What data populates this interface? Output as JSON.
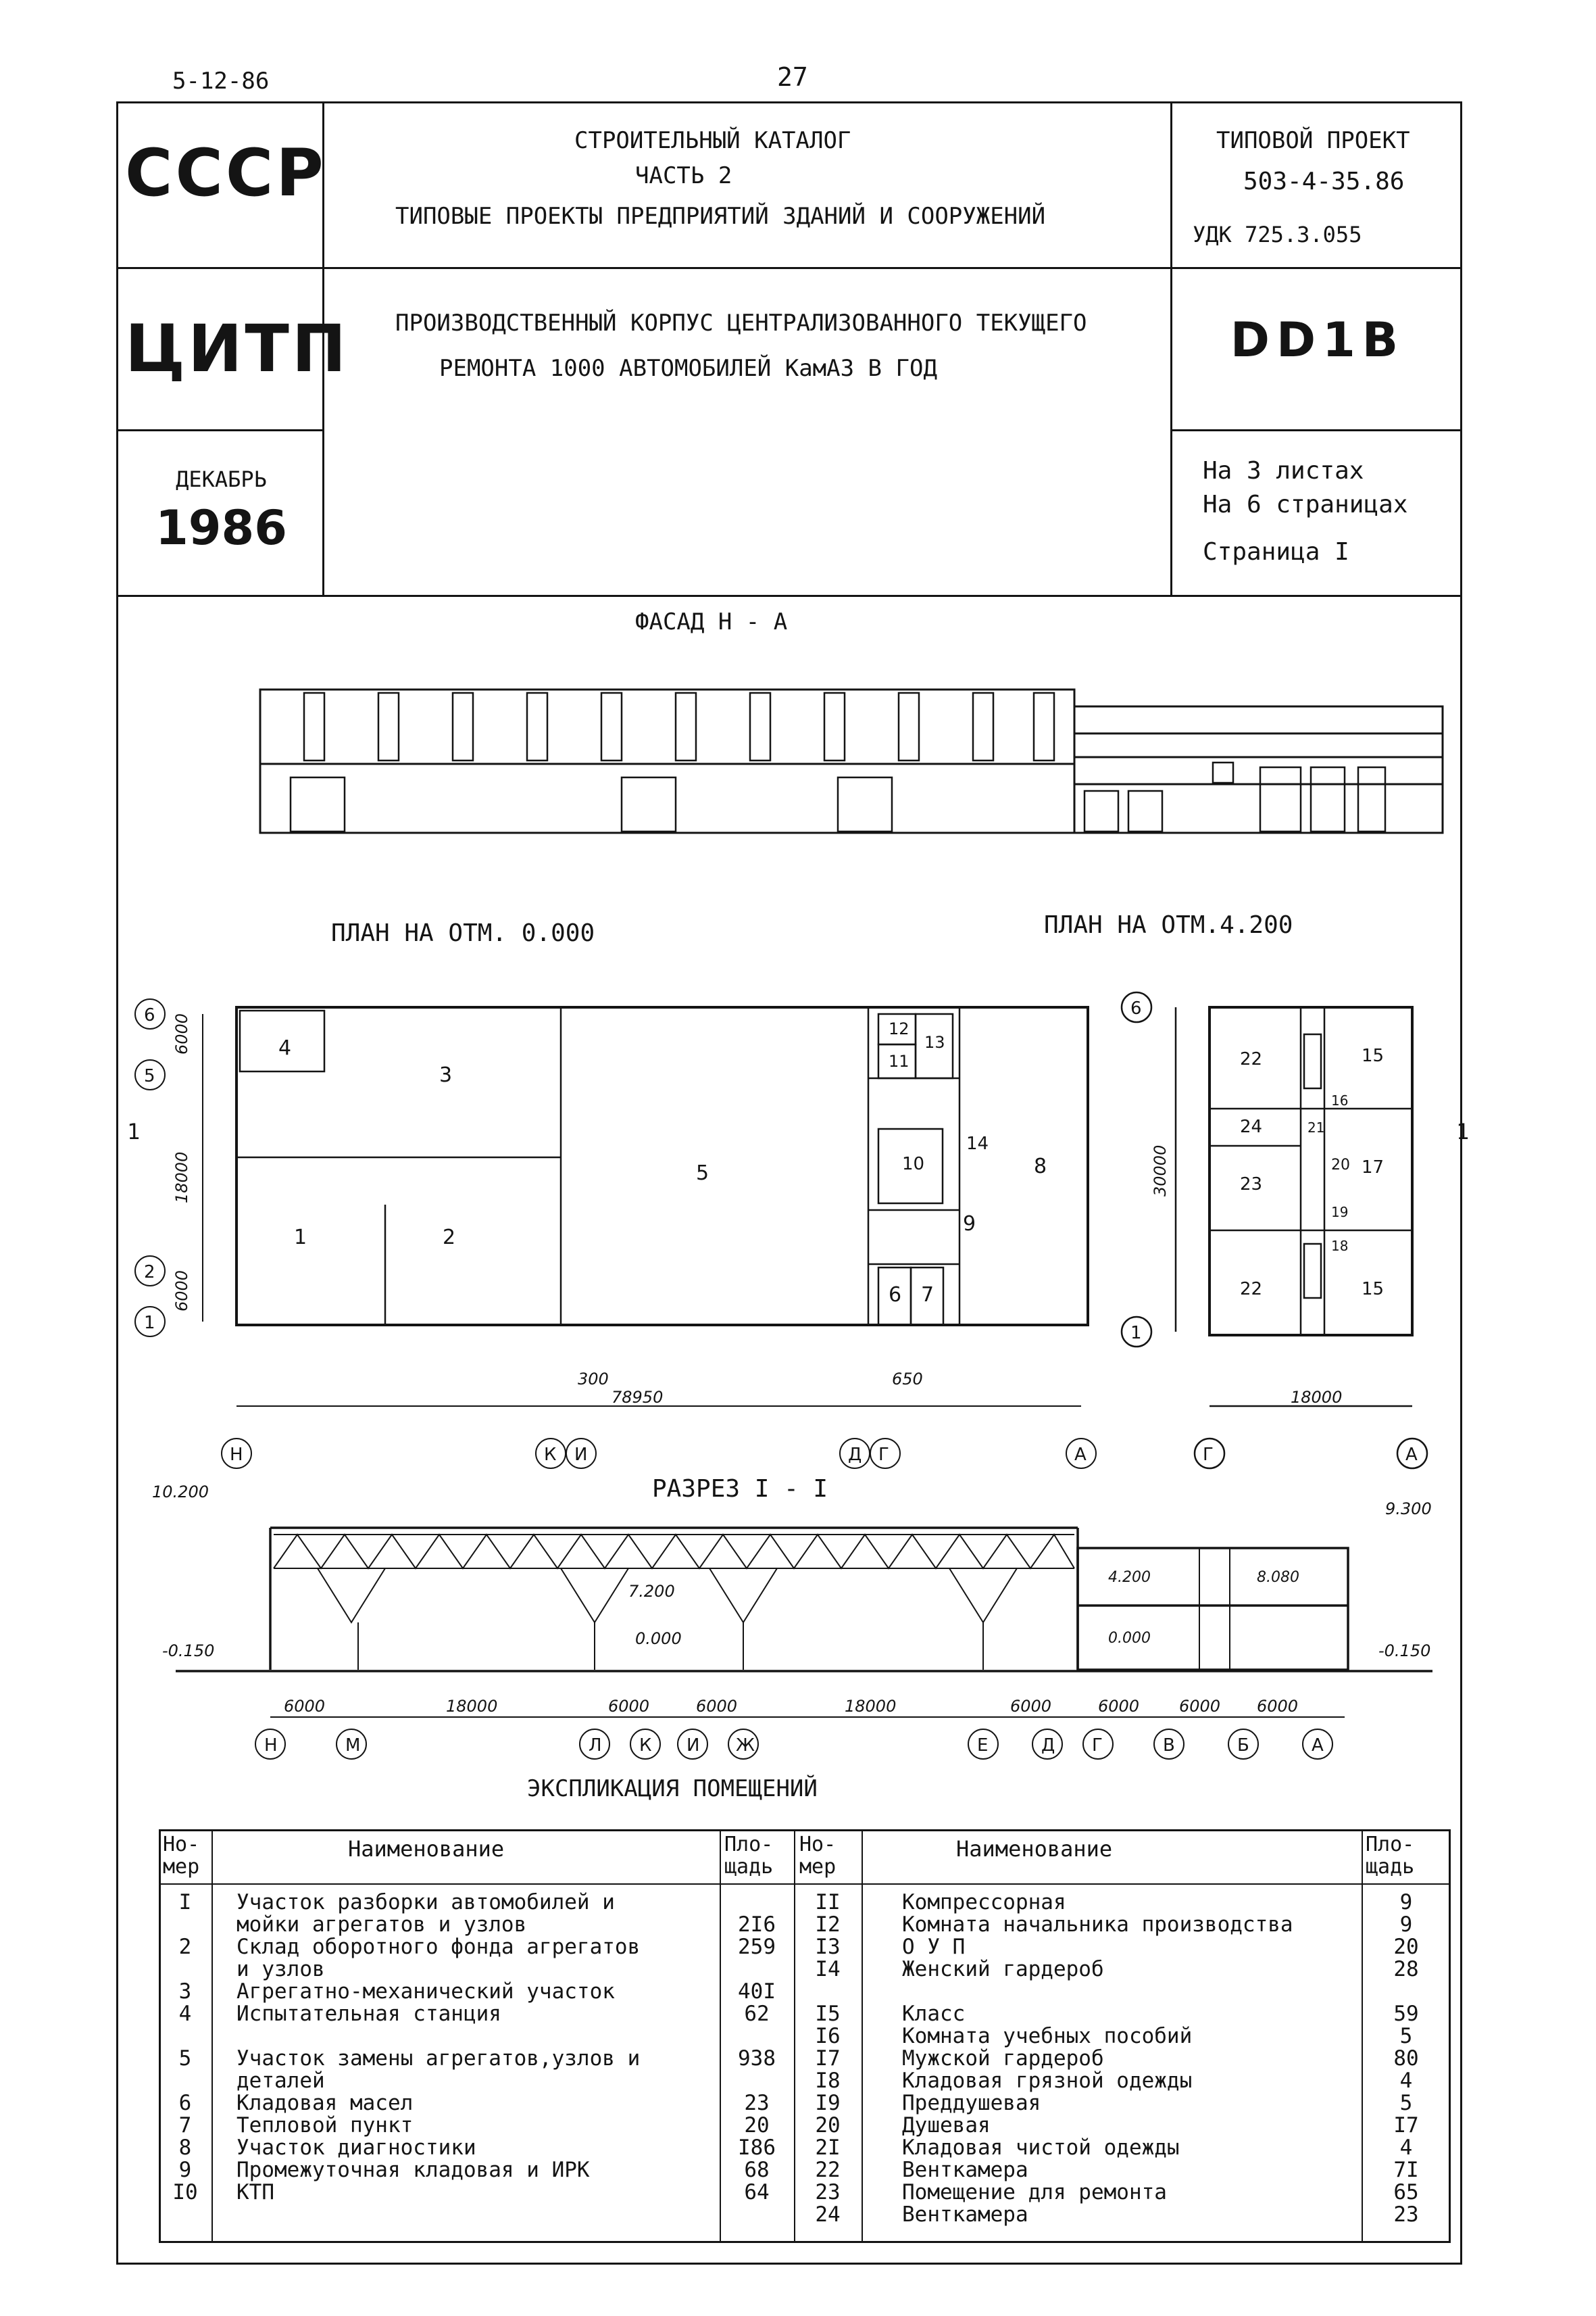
{
  "page": {
    "date": "5-12-86",
    "number": "27"
  },
  "header": {
    "org_top": "СССР",
    "org_bottom": "ЦИТП",
    "month": "ДЕКАБРЬ",
    "year": "1986",
    "catalog_line1": "СТРОИТЕЛЬНЫЙ КАТАЛОГ",
    "catalog_line2": "ЧАСТЬ 2",
    "catalog_line3": "ТИПОВЫЕ ПРОЕКТЫ ПРЕДПРИЯТИЙ ЗДАНИЙ И СООРУЖЕНИЙ",
    "project_label": "ТИПОВОЙ ПРОЕКТ",
    "project_number": "503-4-35.86",
    "udk": "УДК 725.3.055",
    "title_line1": "ПРОИЗВОДСТВЕННЫЙ КОРПУС ЦЕНТРАЛИЗОВАННОГО ТЕКУЩЕГО",
    "title_line2": "РЕМОНТА 1000 АВТОМОБИЛЕЙ КамАЗ В ГОД",
    "code": "DD1B",
    "sheets": "На 3 листах",
    "pages": "На 6 страницах",
    "page_label": "Страница I"
  },
  "drawings": {
    "facade_title": "ФАСАД Н - А",
    "plan1_title": "ПЛАН НА ОТМ. 0.000",
    "plan2_title": "ПЛАН НА ОТМ.4.200",
    "section_title": "РАЗРЕЗ I - I",
    "plan1_rooms": [
      "4",
      "3",
      "1",
      "2",
      "5",
      "12",
      "11",
      "13",
      "10",
      "14",
      "8",
      "9",
      "6",
      "7"
    ],
    "plan2_rooms": [
      "22",
      "15",
      "16",
      "24",
      "21",
      "20",
      "17",
      "23",
      "19",
      "18",
      "22",
      "15"
    ],
    "plan1_dim_total": "78950",
    "plan1_dim_300": "300",
    "plan1_dim_650": "650",
    "plan1_dim_6000a": "6000",
    "plan1_dim_18000": "18000",
    "plan1_dim_6000b": "6000",
    "plan2_dim_width": "18000",
    "plan2_dim_height": "30000",
    "plan1_axes_v": [
      "6",
      "5",
      "2",
      "1"
    ],
    "plan1_axes_h": [
      "Н",
      "К",
      "И",
      "Д",
      "Г",
      "А"
    ],
    "plan2_axes_v": [
      "6",
      "1"
    ],
    "plan2_axes_h": [
      "Г",
      "А"
    ],
    "section_mark": "1",
    "section_levels": [
      "10.200",
      "7.200",
      "0.000",
      "-0.150",
      "9.300",
      "4.200",
      "8.080",
      "0.000",
      "-0.150"
    ],
    "section_dims": [
      "6000",
      "18000",
      "6000",
      "6000",
      "18000",
      "6000",
      "6000",
      "6000",
      "6000"
    ],
    "section_axes": [
      "Н",
      "М",
      "Л",
      "К",
      "И",
      "Ж",
      "Е",
      "Д",
      "Г",
      "В",
      "Б",
      "А"
    ]
  },
  "explication": {
    "title": "ЭКСПЛИКАЦИЯ ПОМЕЩЕНИЙ",
    "headers": {
      "num": "Но-\nмер",
      "name": "Наименование",
      "area": "Пло-\nщадь"
    },
    "left_nums": "I\n\n2\n\n3\n4\n\n5\n\n6\n7\n8\n9\nI0",
    "left_names": "Участок разборки автомобилей и\nмойки агрегатов и узлов\nСклад оборотного фонда агрегатов\nи узлов\nАгрегатно-механический участок\nИспытательная станция\n\nУчасток замены агрегатов,узлов и\nдеталей\nКладовая масел\nТепловой пункт\nУчасток диагностики\nПромежуточная кладовая и ИРК\nКТП",
    "left_areas": "\n2I6\n259\n\n40I\n62\n\n938\n\n23\n20\nI86\n68\n64",
    "right_nums": "II\nI2\nI3\nI4\n\nI5\nI6\nI7\nI8\nI9\n20\n2I\n22\n23\n24",
    "right_names": "Компрессорная\nКомната начальника производства\nО У П\nЖенский гардероб\n\nКласс\nКомната учебных пособий\nМужской гардероб\nКладовая грязной одежды\nПреддушевая\nДушевая\nКладовая чистой одежды\nВенткамера\nПомещение для ремонта\nВенткамера",
    "right_areas": "9\n9\n20\n28\n\n59\n5\n80\n4\n5\nI7\n4\n7I\n65\n23"
  }
}
